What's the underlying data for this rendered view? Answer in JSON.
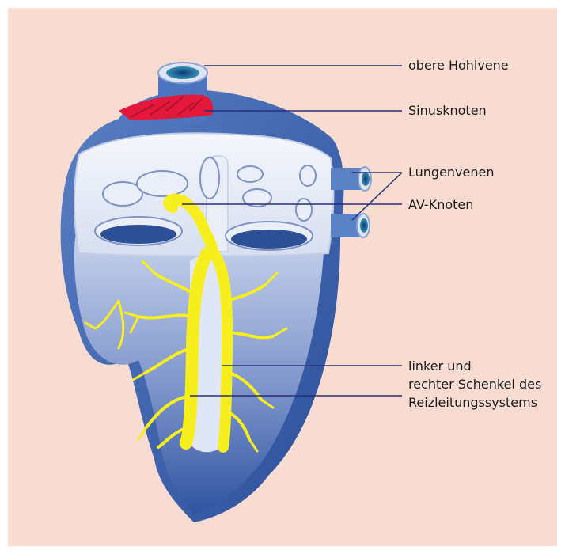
{
  "labels": {
    "superior_vena_cava": "obere Hohlvene",
    "sinus_node": "Sinusknoten",
    "pulmonary_veins": "Lungenvenen",
    "av_node": "AV-Knoten",
    "bundle_line1": "linker und",
    "bundle_line2": "rechter Schenkel des",
    "bundle_line3": "Reizleitungssystems"
  },
  "colors": {
    "background": "#f8dcd2",
    "heart_blue": "#3d63aa",
    "heart_light": "#e8edf7",
    "conduction_yellow": "#f7ee1e",
    "sinus_red": "#e4183a",
    "leader_line": "#2a2f78"
  }
}
